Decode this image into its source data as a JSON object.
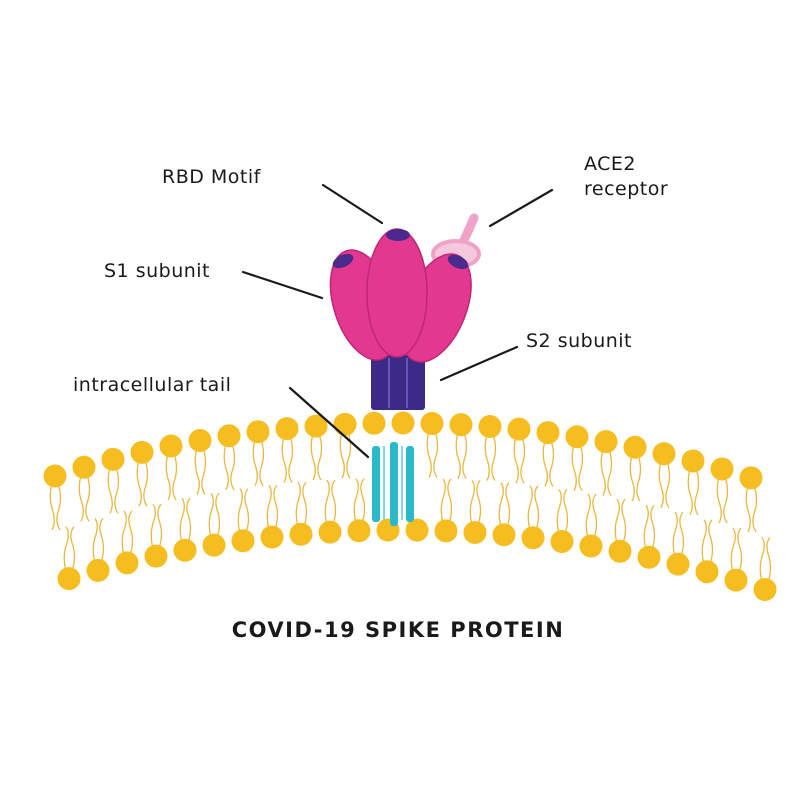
{
  "labels": {
    "rbd_motif": "RBD Motif",
    "ace2_line1": "ACE2",
    "ace2_line2": "receptor",
    "s1_subunit": "S1 subunit",
    "s2_subunit": "S2 subunit",
    "intracellular_tail": "intracellular tail"
  },
  "title": "COVID-19 SPIKE PROTEIN",
  "colors": {
    "lipid_head": "#f5bd1f",
    "lipid_tail": "#e8b840",
    "s1_lobe": "#e2388f",
    "lobe_cap": "#4b2a8c",
    "s2_stalk": "#3d2a86",
    "tail": "#2bb8c8",
    "ace2": "#f0a2c8",
    "leader_line": "#1a1a1a"
  }
}
